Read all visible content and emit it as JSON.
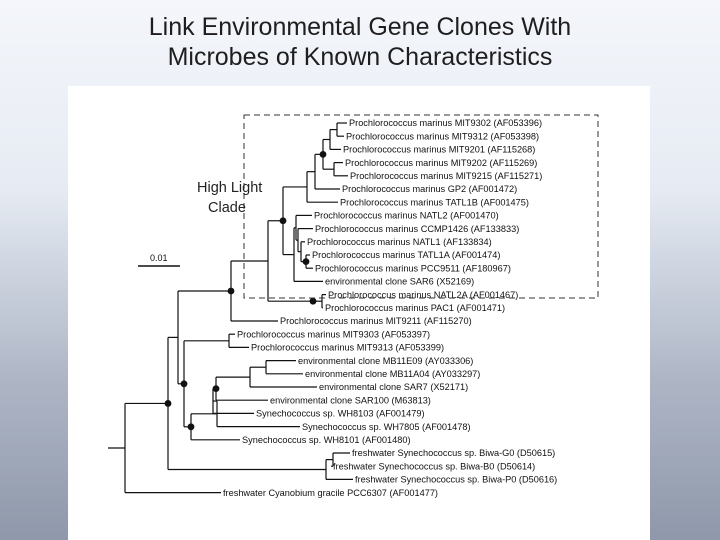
{
  "slide": {
    "title_line1": "Link Environmental Gene Clones With",
    "title_line2": "Microbes of Known Characteristics"
  },
  "tree": {
    "clade_line1": "High Light",
    "clade_line2": "Clade",
    "scale_label": "0.01",
    "leaves": [
      "Prochlorococcus marinus MIT9302 (AF053396)",
      "Prochlorococcus marinus MIT9312 (AF053398)",
      "Prochlorococcus marinus MIT9201 (AF115268)",
      "Prochlorococcus marinus MIT9202 (AF115269)",
      "Prochlorococcus marinus MIT9215 (AF115271)",
      "Prochlorococcus marinus GP2 (AF001472)",
      "Prochlorococcus marinus TATL1B (AF001475)",
      "Prochlorococcus marinus NATL2 (AF001470)",
      "Prochlorococcus marinus CCMP1426 (AF133833)",
      "Prochlorococcus marinus NATL1 (AF133834)",
      "Prochlorococcus marinus TATL1A (AF001474)",
      "Prochlorococcus marinus PCC9511 (AF180967)",
      "environmental clone SAR6 (X52169)",
      "Prochlorococcus marinus NATL2A (AF001467)",
      "Prochlorococcus marinus PAC1 (AF001471)",
      "Prochlorococcus marinus MIT9211 (AF115270)",
      "Prochlorococcus marinus MIT9303 (AF053397)",
      "Prochlorococcus marinus MIT9313 (AF053399)",
      "environmental clone MB11E09 (AY033306)",
      "environmental clone MB11A04 (AY033297)",
      "environmental clone SAR7 (X52171)",
      "environmental clone SAR100 (M63813)",
      "Synechococcus sp. WH8103 (AF001479)",
      "Synechococcus sp. WH7805 (AF001478)",
      "Synechococcus sp. WH8101 (AF001480)",
      "freshwater Synechococcus sp. Biwa-G0 (D50615)",
      "freshwater Synechococcus sp. Biwa-B0 (D50614)",
      "freshwater Synechococcus sp. Biwa-P0 (D50616)",
      "freshwater Cyanobium gracile PCC6307 (AF001477)"
    ]
  }
}
